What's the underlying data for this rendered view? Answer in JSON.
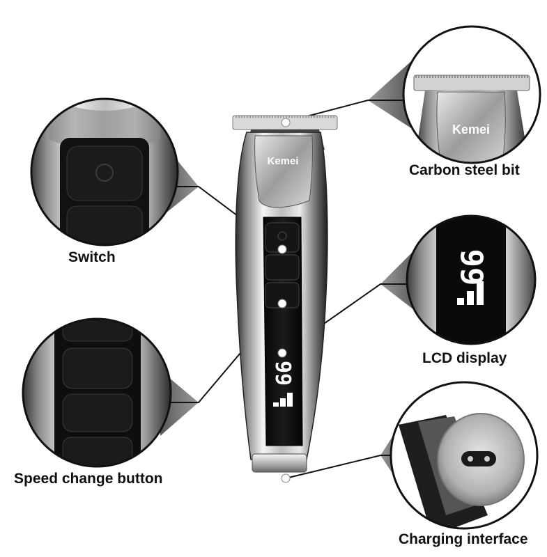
{
  "brand": {
    "logo_text": "Kemei"
  },
  "lcd": {
    "value": "99"
  },
  "callouts": {
    "switch": "Switch",
    "speed": "Speed change button",
    "carbon": "Carbon steel bit",
    "lcd": "LCD display",
    "charging": "Charging interface"
  },
  "colors": {
    "chrome_light": "#f2f2f2",
    "chrome_dark": "#3a3a3a",
    "panel_black": "#0c0c0c",
    "cone_gray": "#8a8a8a",
    "text": "#111111",
    "lcd_white": "#ffffff"
  },
  "icons": [
    "power-icon",
    "speed-bars-icon",
    "charging-port-icon"
  ]
}
